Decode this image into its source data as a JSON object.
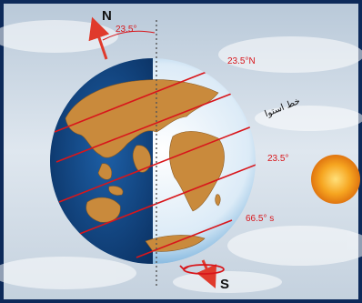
{
  "labels": {
    "north": "N",
    "south": "S",
    "axis_tilt": "23.5°",
    "tropic_north": "23.5°N",
    "equator": "خط استوا",
    "tropic_south": "23.5°",
    "antarctic": "66.5° s"
  },
  "colors": {
    "frame": "#0d2a5a",
    "sky": "#c9d6e3",
    "ocean_night": "#0f3d79",
    "ocean_day": "#eaf3fb",
    "land": "#c98a3c",
    "latitude_lines": "#d8161b",
    "axis_arrow": "#e03a2c",
    "sun": "#f2941e"
  },
  "icons": [
    "sun-icon",
    "rotation-arrow-icon"
  ]
}
